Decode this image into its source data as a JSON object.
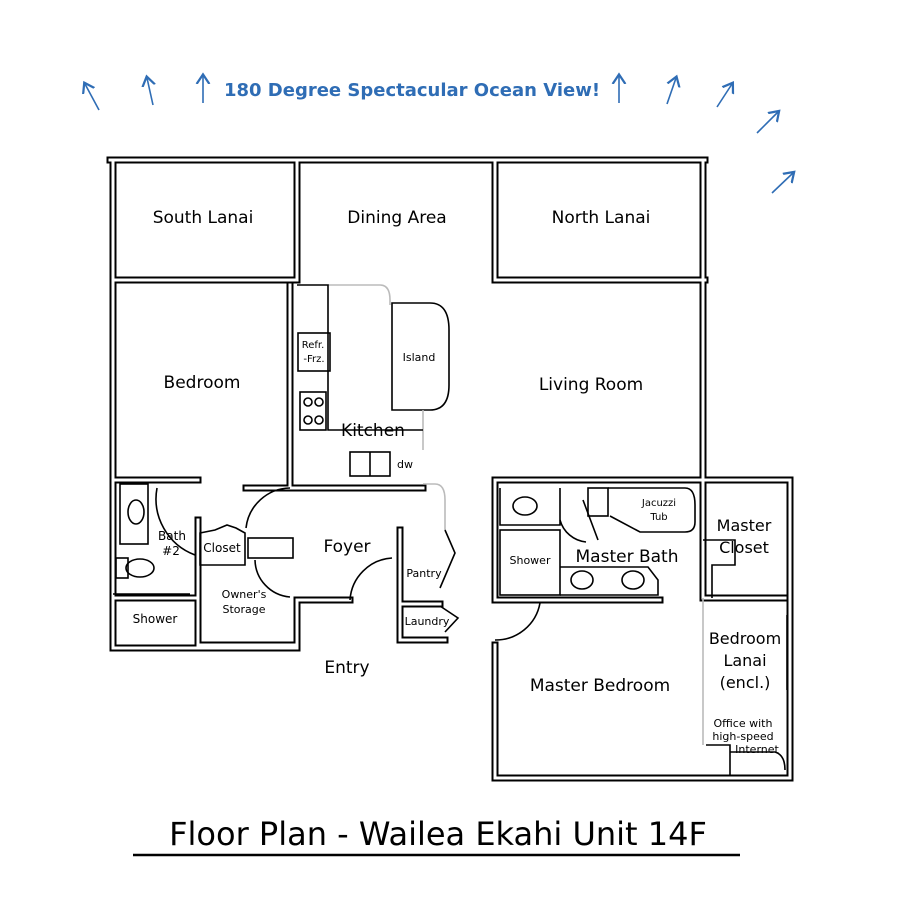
{
  "banner": {
    "text": "180 Degree Spectacular Ocean View!",
    "color": "#2f6db5"
  },
  "rooms": {
    "south_lanai": "South Lanai",
    "dining_area": "Dining Area",
    "north_lanai": "North Lanai",
    "bedroom": "Bedroom",
    "refr_1": "Refr.",
    "refr_2": "-Frz.",
    "island": "Island",
    "kitchen": "Kitchen",
    "dw": "dw",
    "living_room": "Living Room",
    "bath2_1": "Bath",
    "bath2_2": "#2",
    "closet": "Closet",
    "foyer": "Foyer",
    "owners_storage_1": "Owner's",
    "owners_storage_2": "Storage",
    "shower": "Shower",
    "pantry": "Pantry",
    "laundry": "Laundry",
    "entry": "Entry",
    "jacuzzi_1": "Jacuzzi",
    "jacuzzi_2": "Tub",
    "master_shower": "Shower",
    "master_bath": "Master Bath",
    "master_closet_1": "Master",
    "master_closet_2": "Closet",
    "bedroom_lanai_1": "Bedroom",
    "bedroom_lanai_2": "Lanai",
    "bedroom_lanai_3": "(encl.)",
    "office_1": "Office with",
    "office_2": "high-speed",
    "office_3": "Internet",
    "master_bedroom": "Master Bedroom"
  },
  "title": "Floor Plan - Wailea Ekahi Unit 14F"
}
